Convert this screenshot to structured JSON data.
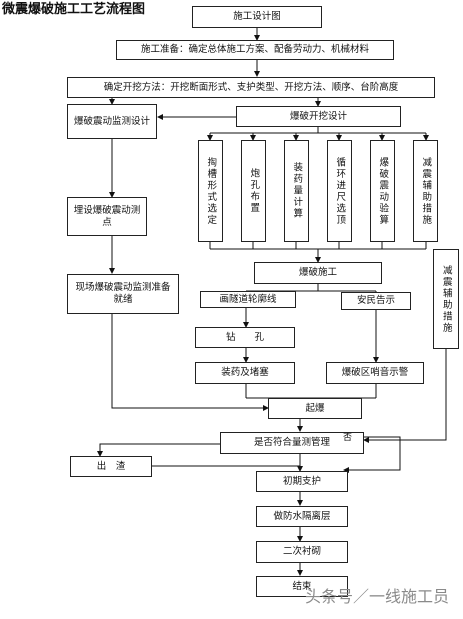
{
  "title": "微震爆破施工工艺流程图",
  "nodes": {
    "design": "施工设计图",
    "prep": "施工准备：确定总体施工方案、配备劳动力、机械材料",
    "method": "确定开挖方法：开挖断面形式、支护类型、开挖方法、顺序、台阶高度",
    "monitor_design": "爆破震动监测设计",
    "blast_design": "爆破开挖设计",
    "sub1": "掏槽形式选定",
    "sub2": "炮孔布置",
    "sub3": "装药量计算",
    "sub4": "循环进尺选顶",
    "sub5": "爆破震动验算",
    "sub6": "减震辅助措施",
    "bury": "埋设爆破震动测点",
    "blast_work": "爆破施工",
    "side_measure": "减震辅助措施",
    "profile": "画隧道轮廓线",
    "notice": "安民告示",
    "drill": "钻　　孔",
    "charge": "装药及堵塞",
    "alarm": "爆破区哨音示警",
    "site_monitor": "现场爆破震动监测准备就绪",
    "detonate": "起爆",
    "check": "是否符合量测管理",
    "muck": "出　渣",
    "support1": "初期支护",
    "waterproof": "做防水隔离层",
    "lining": "二次衬砌",
    "end": "结束"
  },
  "labels": {
    "no": "否"
  },
  "watermark": "头条号／一线施工员"
}
